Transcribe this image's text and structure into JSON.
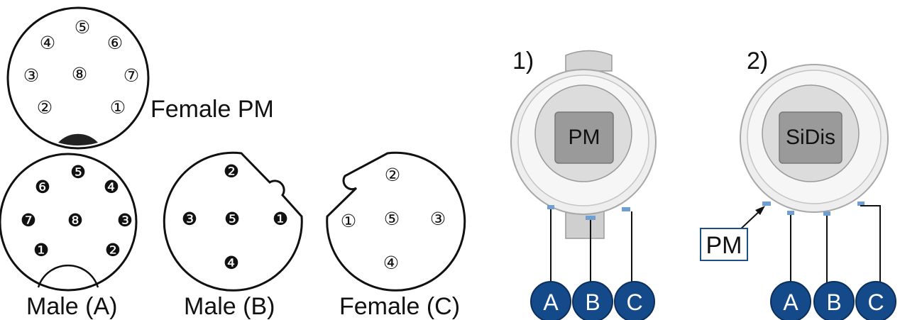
{
  "connectors": {
    "female_pm": {
      "label": "Female PM",
      "pins": [
        "①",
        "②",
        "③",
        "④",
        "⑤",
        "⑥",
        "⑦",
        "⑧"
      ]
    },
    "male_a": {
      "label": "Male (A)",
      "pins": [
        "❶",
        "❷",
        "❸",
        "❹",
        "❺",
        "❻",
        "❼",
        "❽"
      ]
    },
    "male_b": {
      "label": "Male (B)",
      "pins": [
        "❶",
        "❷",
        "❸",
        "❹",
        "❺"
      ]
    },
    "female_c": {
      "label": "Female (C)",
      "pins": [
        "①",
        "②",
        "③",
        "④",
        "⑤"
      ]
    }
  },
  "devices": {
    "device_1": {
      "number": "1)",
      "display": "PM"
    },
    "device_2": {
      "number": "2)",
      "display": "SiDis",
      "callout": "PM"
    }
  },
  "badges": {
    "a": "A",
    "b": "B",
    "c": "C"
  },
  "colors": {
    "badge_fill": "#154a8a",
    "port_blue": "#6f9ed0",
    "housing": "#e6e6e6",
    "display": "#9a9a9a"
  }
}
